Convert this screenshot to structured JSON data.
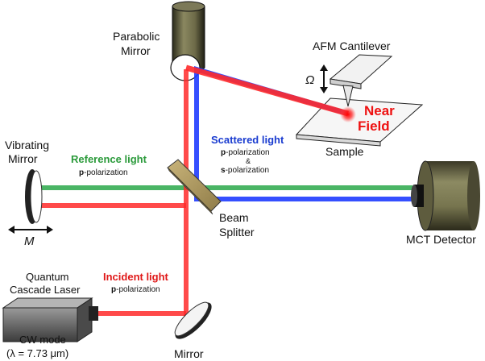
{
  "components": {
    "parabolic_mirror": [
      "Parabolic",
      "Mirror"
    ],
    "afm_cantilever": "AFM Cantilever",
    "omega": "Ω",
    "near_field": [
      "Near",
      "Field"
    ],
    "sample": "Sample",
    "vibrating_mirror": [
      "Vibrating",
      "Mirror"
    ],
    "m_symbol": "M",
    "beam_splitter": [
      "Beam",
      "Splitter"
    ],
    "mct_detector": "MCT Detector",
    "qcl": [
      "Quantum",
      "Cascade Laser"
    ],
    "cw_mode": [
      "CW mode",
      "(λ = 7.73 μm)"
    ],
    "mirror": "Mirror"
  },
  "beams": {
    "reference": {
      "title": "Reference light",
      "pol_bold": "p",
      "pol_rest": "-polarization"
    },
    "scattered": {
      "title": "Scattered light",
      "p_bold": "p",
      "p_rest": "-polarization",
      "amp": "&",
      "s_bold": "s",
      "s_rest": "-polarization"
    },
    "incident": {
      "title": "Incident light",
      "pol_bold": "p",
      "pol_rest": "-polarization"
    }
  },
  "colors": {
    "red": "#ff2a2a",
    "green": "#2aa84a",
    "blue": "#1f3cff",
    "ref_title": "#2a9a3a",
    "scat_title": "#1a3cd0",
    "inc_title": "#e01818",
    "near_field": "#ee1111"
  }
}
